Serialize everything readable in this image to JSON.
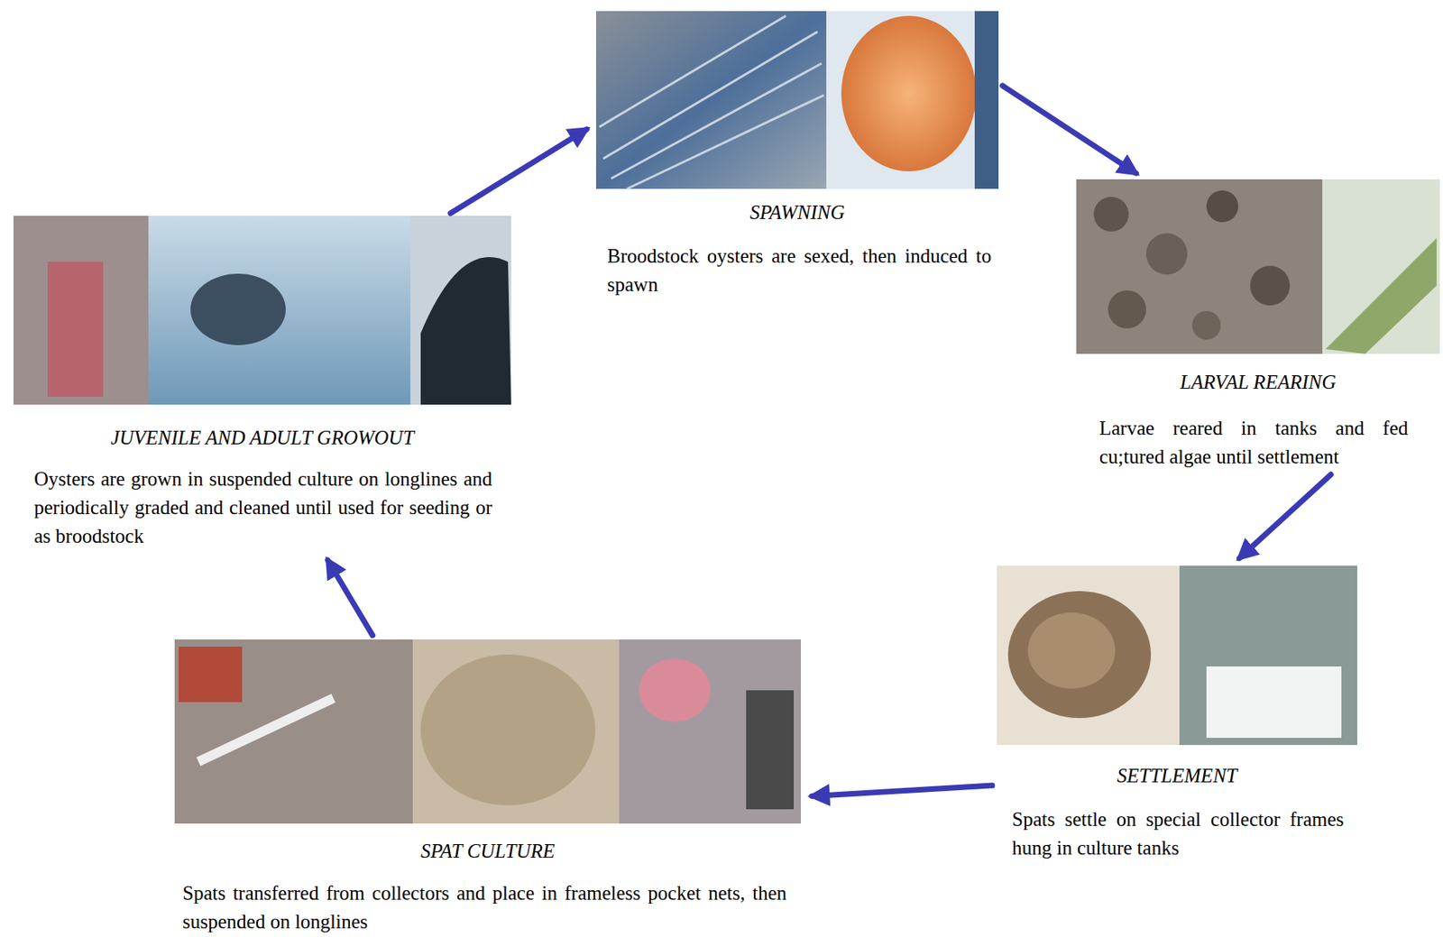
{
  "diagram": {
    "nodes": [
      {
        "text": [
          "SPAWNING",
          "Broodstock oysters are sexed, then induced to spawn"
        ]
      },
      {
        "text": [
          "LARVAL REARING",
          "Larvae reared in tanks and fed cu;tured algae until settlement"
        ]
      },
      {
        "text": [
          "SETTLEMENT",
          "Spats settle on special collector frames hung in culture tanks"
        ]
      },
      {
        "text": [
          "SPAT CULTURE",
          "Spats transferred from collectors and place in frameless pocket nets, then suspended on longlines"
        ]
      },
      {
        "text": [
          "JUVENILE AND ADULT GROWOUT",
          "Oysters are grown in suspended culture on longlines and periodically graded and cleaned until used for seeding or as broodstock"
        ]
      }
    ],
    "edges": [
      {
        "from": 0,
        "to": 1,
        "arrow": "to"
      },
      {
        "from": 1,
        "to": 2,
        "arrow": "to"
      },
      {
        "from": 2,
        "to": 3,
        "arrow": "to"
      },
      {
        "from": 3,
        "to": 4,
        "arrow": "to"
      },
      {
        "from": 4,
        "to": 0,
        "arrow": "to"
      }
    ]
  }
}
